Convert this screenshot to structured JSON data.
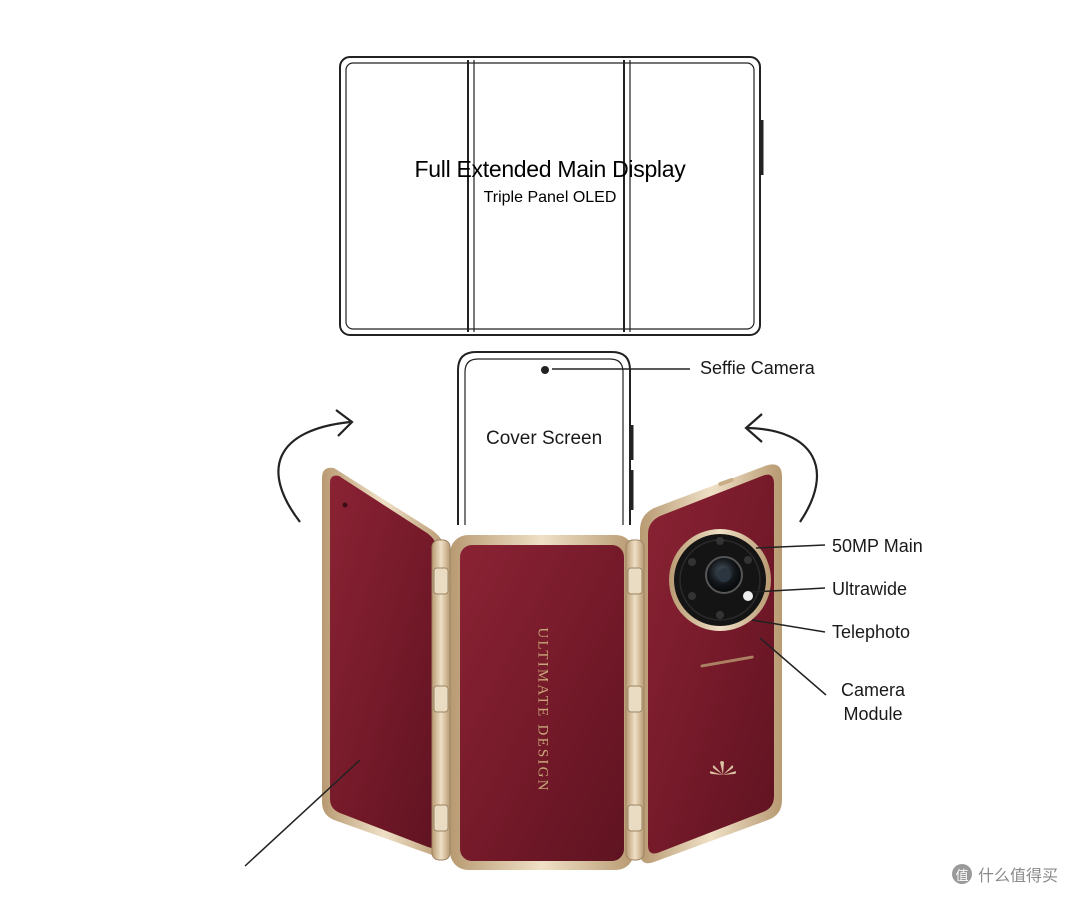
{
  "main_display": {
    "title": "Full Extended Main Display",
    "subtitle": "Triple Panel OLED"
  },
  "cover": {
    "label": "Cover Screen"
  },
  "callouts": {
    "selfie": "Seffie Camera",
    "main_cam": "50MP Main",
    "ultrawide": "Ultrawide",
    "telephoto": "Telephoto",
    "module_line1": "Camera",
    "module_line2": "Module"
  },
  "center_panel_text": "ULTIMATE DESIGN",
  "watermark": {
    "badge": "值",
    "text": "什么值得买"
  },
  "colors": {
    "leather": "#7a1c2c",
    "leather_dark": "#5e1320",
    "gold": "#d9c2a0",
    "line": "#222222"
  }
}
